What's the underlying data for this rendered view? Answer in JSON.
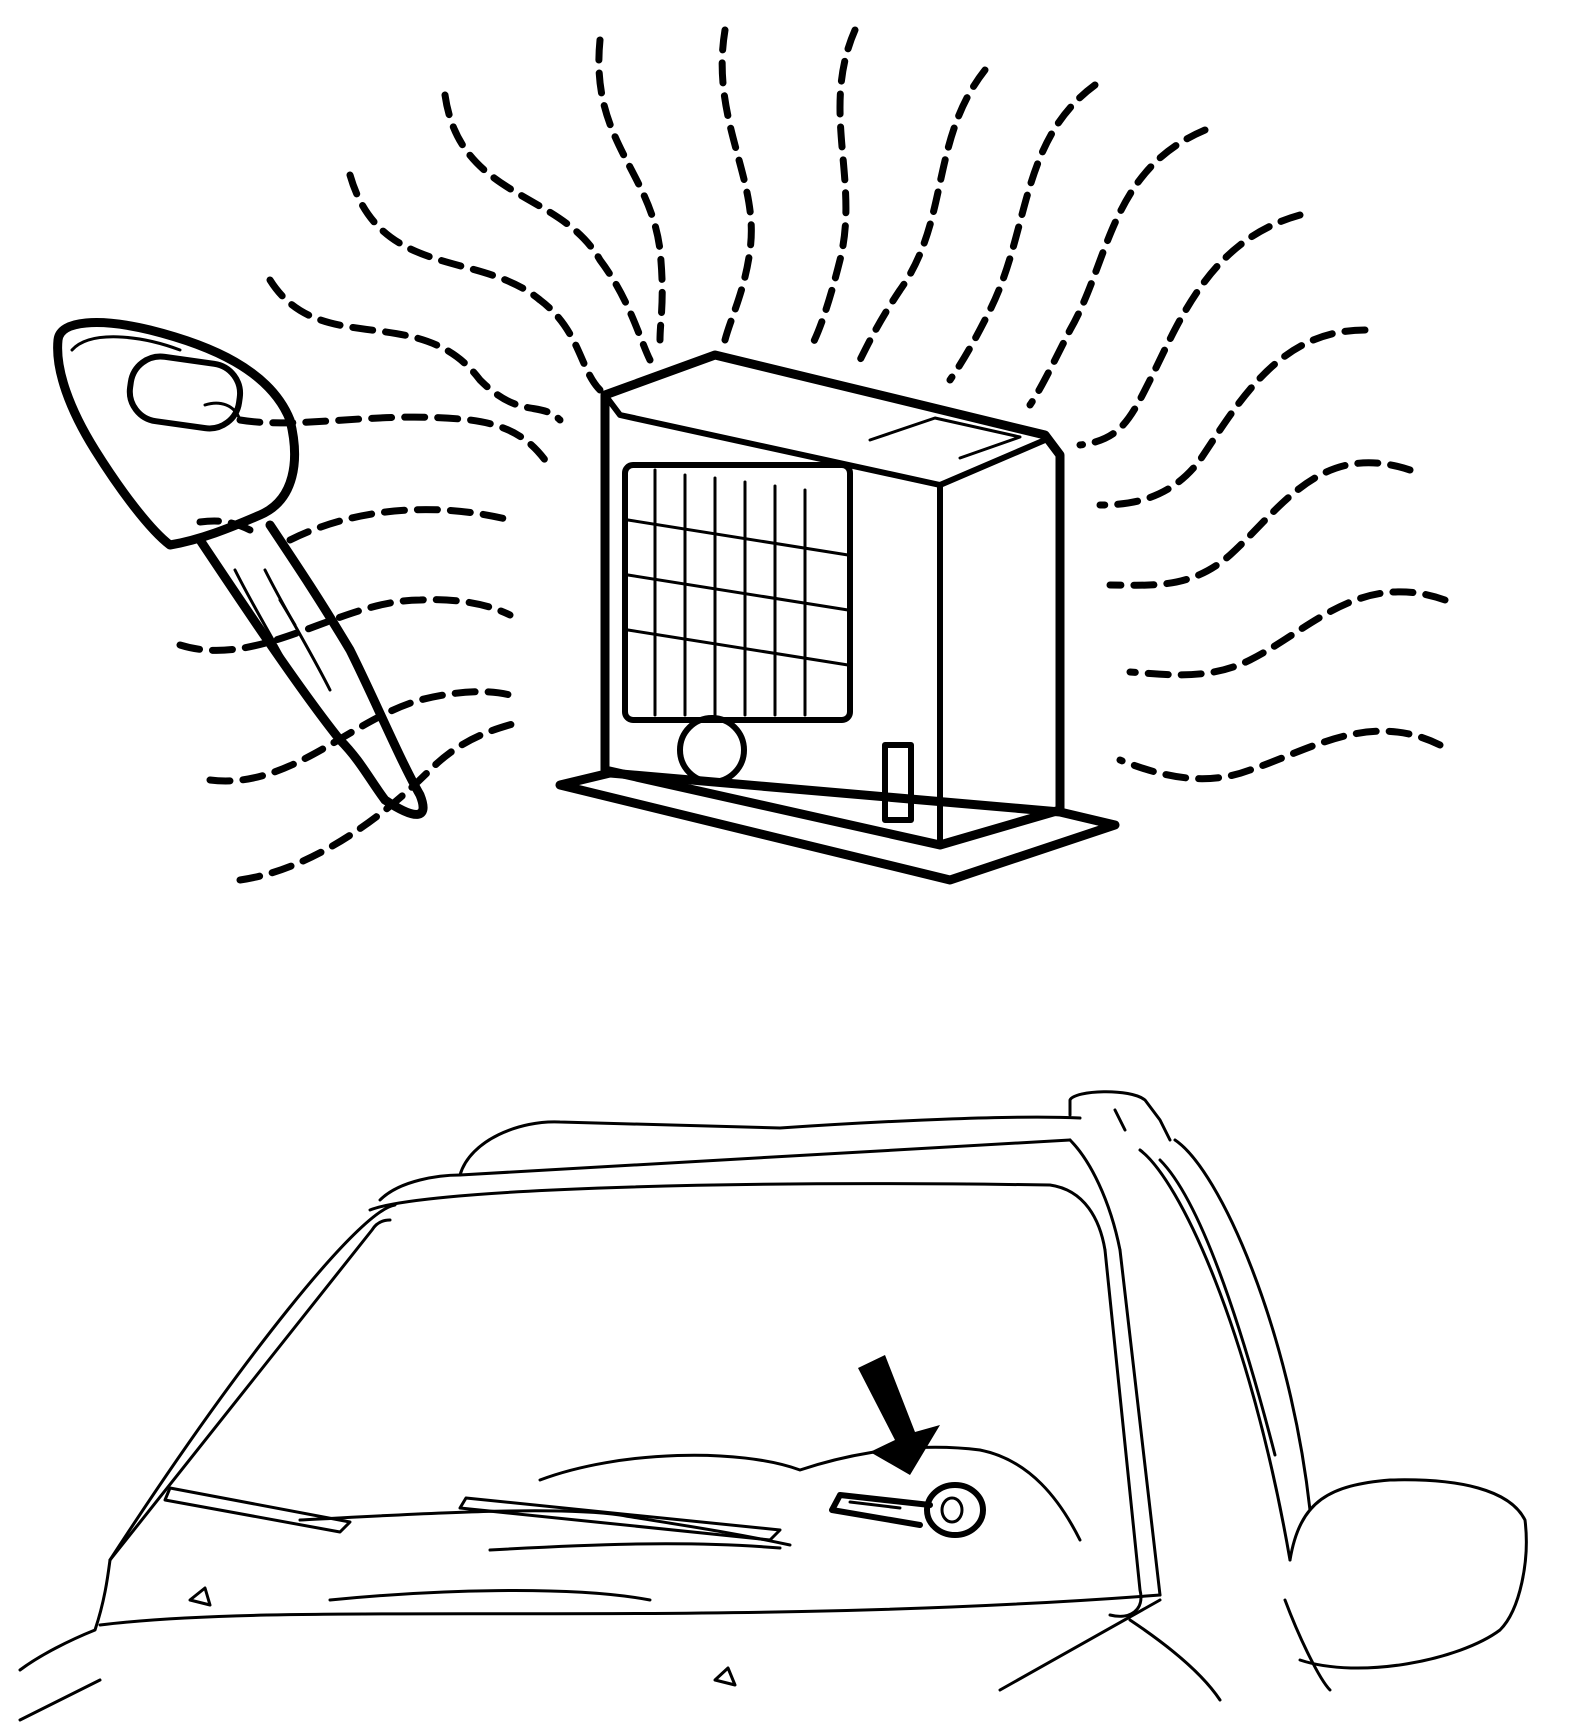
{
  "figure": {
    "panels": [
      {
        "id": "top",
        "depicts": [
          "key",
          "heater",
          "interference-waves"
        ]
      },
      {
        "id": "bottom",
        "depicts": [
          "car",
          "key-in-dashboard",
          "indicator-arrow"
        ]
      }
    ],
    "icons": [
      "key-icon",
      "heater-icon",
      "arrow-down-icon"
    ],
    "colors": {
      "ink": "#000000",
      "paper": "#ffffff"
    }
  }
}
